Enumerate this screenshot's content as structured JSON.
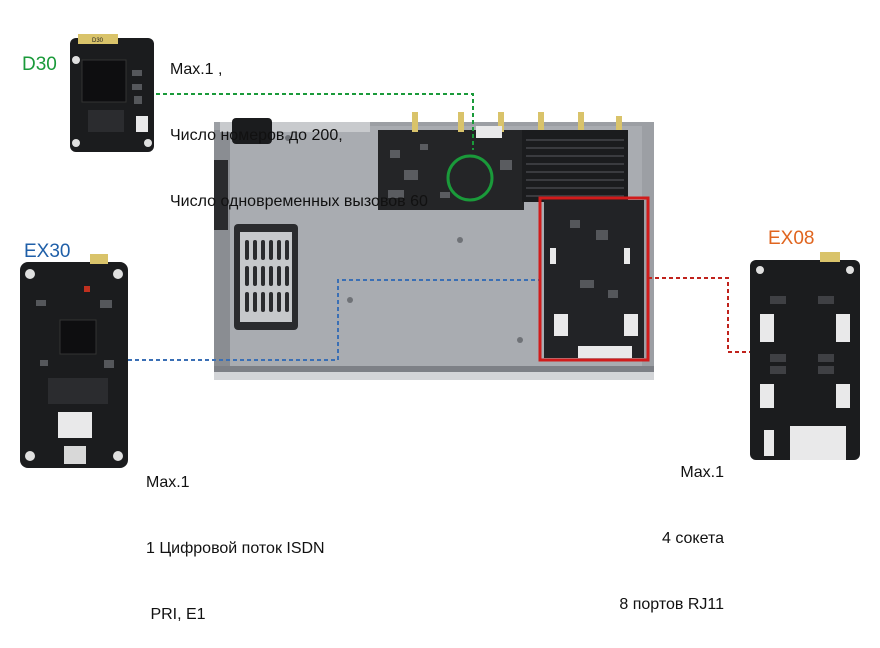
{
  "modules": {
    "d30": {
      "name": "D30",
      "color": "#1a9a3a",
      "notes": [
        "Max.1 ,",
        "Число номеров до 200,",
        "Число одновременных вызовов 60"
      ]
    },
    "ex30": {
      "name": "EX30",
      "color": "#1f5fa8",
      "notes": [
        "Max.1",
        "1 Цифровой поток ISDN",
        " PRI, E1"
      ]
    },
    "ex08": {
      "name": "EX08",
      "color": "#e0651f",
      "notes": [
        "Max.1",
        "4 сокета",
        "8 портов RJ11"
      ]
    }
  },
  "board_labels": {
    "d30_chip": "D30"
  },
  "colors": {
    "d30_line": "#1a9a3a",
    "ex30_line": "#3a6fb5",
    "ex08_line": "#c0221c",
    "highlight_box": "#d11b1b",
    "chassis": "#8d9096"
  }
}
